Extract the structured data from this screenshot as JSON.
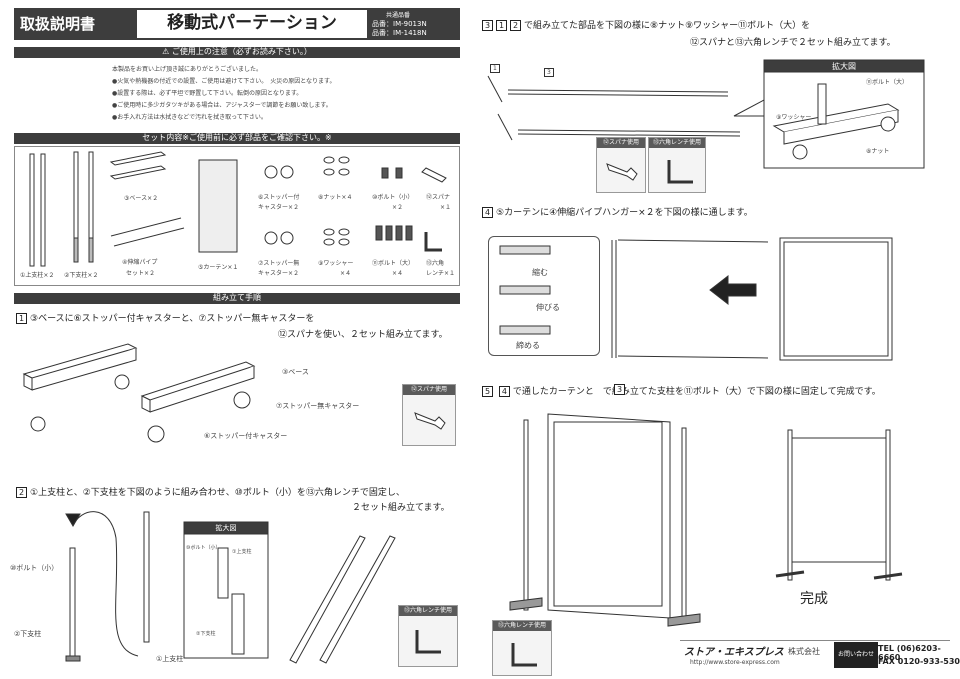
{
  "header": {
    "doc_type": "取扱説明書",
    "title": "移動式パーテーション",
    "spec_label": "共通品番",
    "model_a": "品番：IM-9013N",
    "model_b": "品番：IM-1418N"
  },
  "notice": {
    "bar": "⚠ ご使用上の注意（必ずお読み下さい。）",
    "lines": [
      "本製品をお買い上げ頂き誠にありがとうございました。",
      "●火気や熱機器の付近での設置、ご使用は避けて下さい。　火災の原因となります。",
      "●設置する際は、必ず平坦で野置して下さい。転倒の原因となります。",
      "●ご使用時に多少ガタツキがある場合は、アジャスターで調節をお願い致します。",
      "●お手入れ方法は水拭きなどで汚れを拭き取って下さい。"
    ]
  },
  "parts": {
    "bar": "セット内容※ご使用前に必ず部品をご確認下さい。※",
    "items": [
      "①上支柱×２",
      "②下支柱×２",
      "③ベース×２",
      "④伸縮パイプ",
      "セット×２",
      "⑤カーテン×１",
      "⑥ストッパー付",
      "キャスター×２",
      "⑦ストッパー無",
      "キャスター×２",
      "⑧ナット×４",
      "⑨ワッシャー",
      "×４",
      "⑩ボルト（小）",
      "×２",
      "⑪ボルト（大）",
      "×４",
      "⑫スパナ",
      "×１",
      "⑬六角",
      "レンチ×１"
    ]
  },
  "assembly": {
    "bar": "組み立て手順"
  },
  "step1": {
    "num": "1",
    "text_a": "③ベースに⑥ストッパー付キャスターと、⑦ストッパー無キャスターを",
    "text_b": "⑫スパナを使い、２セット組み立てます。",
    "label_base": "③ベース",
    "label_no_stopper": "⑦ストッパー無キャスター",
    "label_stopper": "⑥ストッパー付キャスター",
    "tool": "⑫スパナ使用"
  },
  "step2": {
    "num": "2",
    "text_a": "①上支柱と、②下支柱を下図のように組み合わせ、⑩ボルト（小）を⑬六角レンチで固定し、",
    "text_b": "２セット組み立てます。",
    "label_bolt": "⑩ボルト（小）",
    "label_lower": "②下支柱",
    "label_upper": "①上支柱",
    "zoom": "拡大図",
    "zoom_bolt": "⑩ボルト（小）",
    "zoom_upper": "①上支柱",
    "zoom_lower": "②下支柱",
    "tool": "⑬六角レンチ使用"
  },
  "step3": {
    "n1": "3",
    "n2": "1",
    "n3": "2",
    "text_a": "で組み立てた部品を下図の様に⑧ナット⑨ワッシャー⑪ボルト（大）を",
    "text_b": "⑫スパナと⑬六角レンチで２セット組み立てます。",
    "zoom": "拡大図",
    "label_bolt": "⑪ボルト（大）",
    "label_washer": "⑨ワッシャー",
    "label_nut": "⑧ナット",
    "tool_a": "⑫スパナ使用",
    "tool_b": "⑬六角レンチ使用",
    "tag1": "1",
    "tag3": "3"
  },
  "step4": {
    "num": "4",
    "text": "⑤カーテンに④伸縮パイプハンガー×２を下図の様に通します。",
    "tighten": "縮む",
    "extend": "伸びる",
    "lock": "締める"
  },
  "step5": {
    "num": "5",
    "n4": "4",
    "n3": "3",
    "text": "で通したカーテンと　で組み立てた支柱を⑪ボルト（大）で下図の様に固定して完成です。",
    "done": "完成",
    "tool": "⑬六角レンチ使用"
  },
  "footer": {
    "brand": "ストア・エキスプレス",
    "company": "株式会社",
    "site": "http://www.store-express.com",
    "tel": "TEL (06)6203-6660",
    "fax": "FAX 0120-933-530",
    "badge": "お問い合わせ"
  }
}
